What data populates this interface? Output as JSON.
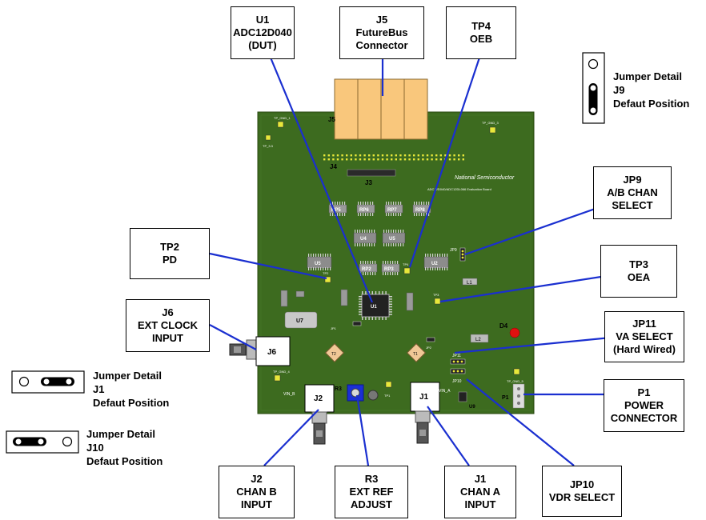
{
  "callouts": {
    "u1": [
      "U1",
      "ADC12D040",
      "(DUT)"
    ],
    "j5": [
      "J5",
      "FutureBus",
      "Connector"
    ],
    "tp4": [
      "TP4",
      "OEB"
    ],
    "jp9": [
      "JP9",
      "A/B CHAN",
      "SELECT"
    ],
    "tp2": [
      "TP2",
      "PD"
    ],
    "tp3": [
      "TP3",
      "OEA"
    ],
    "j6": [
      "J6",
      "EXT CLOCK",
      "INPUT"
    ],
    "jp11": [
      "JP11",
      "VA SELECT",
      "(Hard Wired)"
    ],
    "p1": [
      "P1",
      "POWER",
      "CONNECTOR"
    ],
    "j2": [
      "J2",
      "CHAN B",
      "INPUT"
    ],
    "r3": [
      "R3",
      "EXT REF",
      "ADJUST"
    ],
    "j1": [
      "J1",
      "CHAN A",
      "INPUT"
    ],
    "jp10": [
      "JP10",
      "VDR SELECT"
    ]
  },
  "jumper_details": {
    "j9": [
      "Jumper Detail",
      "J9",
      "Defaut Position"
    ],
    "j1": [
      "Jumper Detail",
      "J1",
      "Defaut Position"
    ],
    "j10": [
      "Jumper Detail",
      "J10",
      "Defaut Position"
    ]
  },
  "board": {
    "labels": {
      "j6": "J6",
      "j2": "J2",
      "j1": "J1",
      "u7": "U7",
      "u1": "U1",
      "u5a": "U5",
      "u4": "U4",
      "u5b": "U5",
      "u2": "U2",
      "rp5": "RP5",
      "rp6": "RP6",
      "rp7": "RP7",
      "rp8": "RP8",
      "rp2": "RP2",
      "rp3": "RP3",
      "l1": "L1",
      "l2": "L2",
      "d4": "D4",
      "t1": "T1",
      "t2": "T2",
      "j3": "J3",
      "j4": "J4",
      "j5": "J5",
      "r3": "R3",
      "p1": "P1",
      "u9": "U9",
      "jp10": "JP10",
      "jp11": "JP11",
      "jp9": "JP9",
      "jp1": "JP1",
      "jp2": "JP2",
      "tp1": "TP1",
      "tp2": "TP2",
      "tp3": "TP3",
      "tp4": "TP4",
      "vin_b": "VIN_B",
      "vin_a": "VIN_A",
      "tp_gnd_1": "TP_GND_1",
      "tp_gnd_3": "TP_GND_3",
      "tp_gnd_4": "TP_GND_4",
      "tp_gnd_5": "TP_GND_5",
      "tp_33": "TP_3.3",
      "brand": "National Semiconductor",
      "board_name": "ADC12D040/ADC12DL066 Evaluation Board"
    }
  },
  "colors": {
    "pcb": "#3d6b1f",
    "pcb_dark": "#2f5517",
    "connector_orange": "#f9c77c",
    "leader_blue": "#1a2fd0",
    "led_red": "#e01010",
    "r3_blue": "#1b2fd6"
  }
}
